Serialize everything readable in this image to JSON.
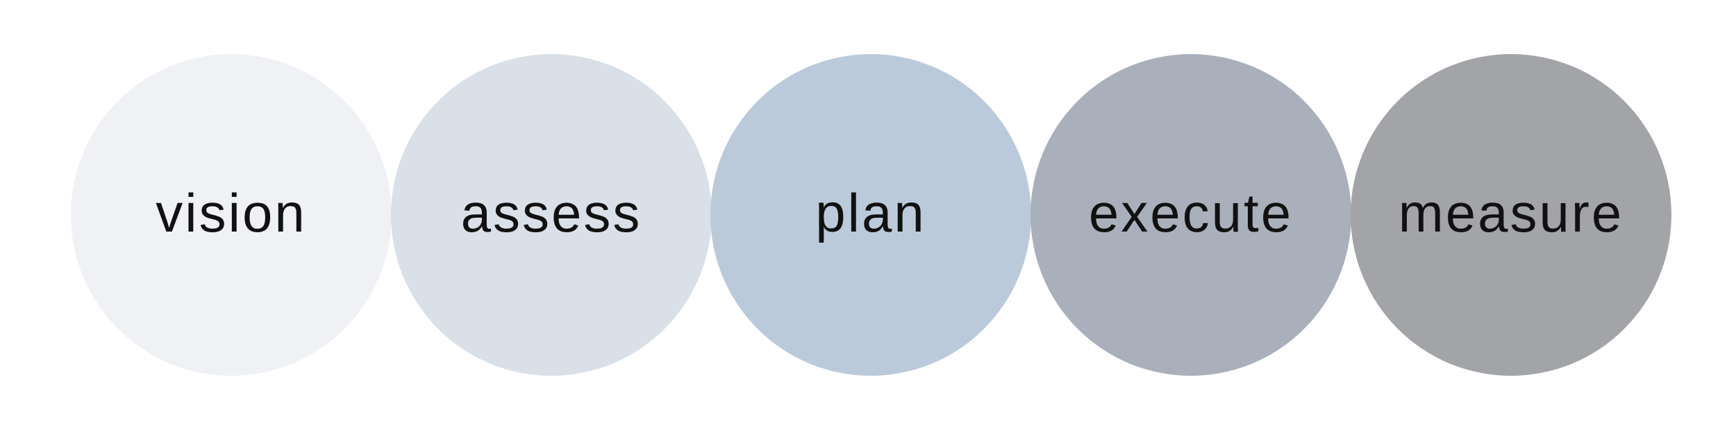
{
  "stages": [
    {
      "label": "vision",
      "color": "#eff1f5"
    },
    {
      "label": "assess",
      "color": "#d9e0e8"
    },
    {
      "label": "plan",
      "color": "#bbcadb"
    },
    {
      "label": "execute",
      "color": "#a9b0bb"
    },
    {
      "label": "measure",
      "color": "#a2a4a8"
    }
  ]
}
